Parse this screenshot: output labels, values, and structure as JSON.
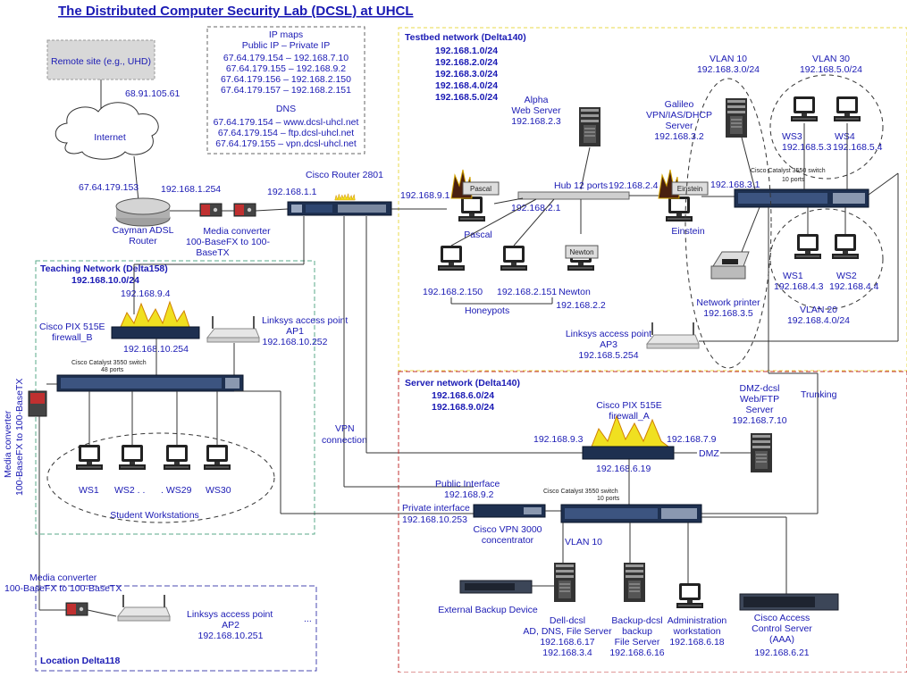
{
  "title": "The Distributed Computer Security Lab (DCSL) at UHCL",
  "remote": {
    "site": "Remote site (e.g., UHD)",
    "site_ip": "68.91.105.61",
    "internet": "Internet",
    "modem_wan_ip": "67.64.179.153",
    "modem_lan_ip": "192.168.1.254",
    "modem_label_1": "Cayman ADSL",
    "modem_label_2": "Router",
    "media_conv_1": "Media converter",
    "media_conv_2": "100-BaseFX to 100-",
    "media_conv_3": "BaseTX"
  },
  "ipmaps": {
    "title": "IP maps",
    "subtitle": "Public IP – Private IP",
    "rows": [
      "67.64.179.154 – 192.168.7.10",
      "67.64.179.155 – 192.168.9.2",
      "67.64.179.156 – 192.168.2.150",
      "67.64.179.157 – 192.168.2.151"
    ],
    "dns_title": "DNS",
    "dns_rows": [
      "67.64.179.154 – www.dcsl-uhcl.net",
      "67.64.179.154 – ftp.dcsl-uhcl.net",
      "67.64.179.155 – vpn.dcsl-uhcl.net"
    ]
  },
  "router": {
    "label": "Cisco  Router 2801",
    "ip": "192.168.1.1"
  },
  "testbed": {
    "title": "Testbed network (Delta140)",
    "subnets": [
      "192.168.1.0/24",
      "192.168.2.0/24",
      "192.168.3.0/24",
      "192.168.4.0/24",
      "192.168.5.0/24"
    ],
    "alpha_1": "Alpha",
    "alpha_2": "Web Server",
    "alpha_ip": "192.168.2.3",
    "pascal_ip_ext": "192.168.9.1",
    "pascal_screen": "Pascal",
    "pascal_label": "Pascal",
    "pascal_ip": "192.168.2.1",
    "hub": "Hub 12 ports",
    "einstein_ip_left": "192.168.2.4",
    "einstein_screen": "Einstein",
    "einstein_label": "Einstein",
    "einstein_ip_right": "192.168.3.1",
    "galileo_1": "Galileo",
    "galileo_2": "VPN/IAS/DHCP",
    "galileo_3": "Server",
    "galileo_ip": "192.168.3.2",
    "vlan10": "VLAN 10",
    "vlan10_net": "192.168.3.0/24",
    "vlan30": "VLAN 30",
    "vlan30_net": "192.168.5.0/24",
    "ws3": "WS3",
    "ws3_ip": "192.168.5.3",
    "ws4": "WS4",
    "ws4_ip": "192.168.5.4",
    "switch_1": "Cisco Catalyst 3550 switch",
    "switch_2": "10 ports",
    "ws1": "WS1",
    "ws1_ip": "192.168.4.3",
    "ws2": "WS2",
    "ws2_ip": "192.168.4.4",
    "vlan20": "VLAN 20",
    "vlan20_net": "192.168.4.0/24",
    "printer_1": "Network printer",
    "printer_ip": "192.168.3.5",
    "hp1_ip": "192.168.2.150",
    "hp2_ip": "192.168.2.151",
    "newton_screen": "Newton",
    "newton_label": "Newton",
    "newton_ip": "192.168.2.2",
    "honeypots": "Honeypots",
    "ap3_1": "Linksys access point",
    "ap3_2": "AP3",
    "ap3_ip": "192.168.5.254"
  },
  "teaching": {
    "title": "Teaching Network (Delta158)",
    "subnet": "192.168.10.0/24",
    "fw_ip_top": "192.168.9.4",
    "fw_1": "Cisco PIX 515E",
    "fw_2": "firewall_B",
    "fw_ip_bottom": "192.168.10.254",
    "ap1_1": "Linksys access point",
    "ap1_2": "AP1",
    "ap1_ip": "192.168.10.252",
    "switch_1": "Cisco Catalyst 3550 switch",
    "switch_2": "48 ports",
    "ws": [
      "WS1",
      "WS2 . .",
      ". WS29",
      "WS30"
    ],
    "students": "Student Workstations",
    "media_conv_1": "Media converter",
    "media_conv_2": "100-BaseFX to 100-BaseTX"
  },
  "vpn_connection_1": "VPN",
  "vpn_connection_2": "connection",
  "trunking": "Trunking",
  "server": {
    "title": "Server network (Delta140)",
    "subnets": [
      "192.168.6.0/24",
      "192.168.9.0/24"
    ],
    "fw_1": "Cisco PIX 515E",
    "fw_2": "firewall_A",
    "fw_ip_left": "192.168.9.3",
    "fw_ip_right": "192.168.7.9",
    "fw_ip_bottom": "192.168.6.19",
    "dmz": "DMZ",
    "dmz_1": "DMZ-dcsl",
    "dmz_2": "Web/FTP",
    "dmz_3": "Server",
    "dmz_ip": "192.168.7.10",
    "pub_if": "Public Interface",
    "pub_ip": "192.168.9.2",
    "priv_if": "Private interface",
    "priv_ip": "192.168.10.253",
    "vpn_1": "Cisco VPN 3000",
    "vpn_2": "concentrator",
    "switch_1": "Cisco Catalyst 3550 switch",
    "switch_2": "10 ports",
    "vlan10": "VLAN 10",
    "ext_backup": "External Backup Device",
    "dell_1": "Dell-dcsl",
    "dell_2": "AD, DNS, File Server",
    "dell_ip1": "192.168.6.17",
    "dell_ip2": "192.168.3.4",
    "backup_1": "Backup-dcsl",
    "backup_2": "backup",
    "backup_3": "File Server",
    "backup_ip": "192.168.6.16",
    "admin_1": "Administration",
    "admin_2": "workstation",
    "admin_ip": "192.168.6.18",
    "acs_1": "Cisco Access",
    "acs_2": "Control Server",
    "acs_3": "(AAA)",
    "acs_ip": "192.168.6.21"
  },
  "location": {
    "title": "Location Delta118",
    "media_conv_1": "Media converter",
    "media_conv_2": "100-BaseFX to 100-BaseTX",
    "ap2_1": "Linksys access point",
    "ap2_2": "AP2",
    "ap2_ip": "192.168.10.251",
    "ellipsis": "..."
  },
  "colors": {
    "label_blue": "#1a1ab4",
    "testbed_border": "#e8d84a",
    "teaching_border": "#5aaa8a",
    "server_border": "#c03030",
    "location_border": "#4a4ab0",
    "ipmap_border": "#666666"
  }
}
